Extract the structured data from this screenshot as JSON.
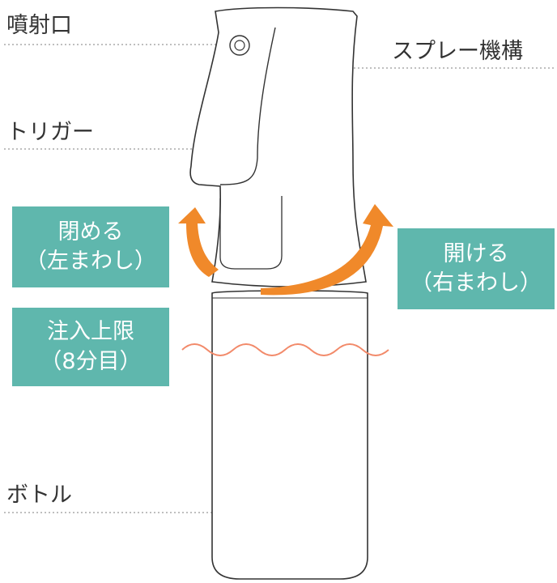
{
  "labels": {
    "nozzle": "噴射口",
    "spray_mechanism": "スプレー機構",
    "trigger": "トリガー",
    "bottle": "ボトル"
  },
  "badges": {
    "close": {
      "line1": "閉める",
      "line2": "（左まわし）"
    },
    "open": {
      "line1": "開ける",
      "line2": "（右まわし）"
    },
    "fill_limit": {
      "line1": "注入上限",
      "line2": "（8分目）"
    }
  },
  "colors": {
    "badge": "#5fb7ad",
    "arrow": "#f0892a",
    "fill_line": "#f28a6a",
    "outline": "#333333",
    "leader": "#999999"
  }
}
